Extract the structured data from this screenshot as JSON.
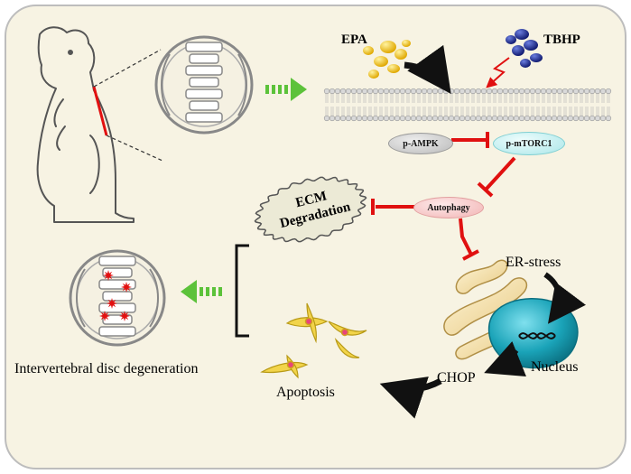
{
  "labels": {
    "epa": "EPA",
    "tbhp": "TBHP",
    "p_ampk": "p-AMPK",
    "p_mtorc1": "p-mTORC1",
    "autophagy": "Autophagy",
    "ecm_line1": "ECM",
    "ecm_line2": "Degradation",
    "er_stress": "ER-stress",
    "nucleus": "Nucleus",
    "chop": "CHOP",
    "apoptosis": "Apoptosis",
    "ivdd": "Intervertebral disc degeneration"
  },
  "colors": {
    "background_panel": "#f7f3e3",
    "panel_border": "#bdbdbd",
    "inhibit_arrow": "#e01010",
    "green_arrow": "#5cc23a",
    "epa_drops": "#f2c20a",
    "tbhp_drops": "#1f2a8c",
    "p_ampk_fill": "#cfcfcf",
    "p_mtorc1_fill": "#bfeff0",
    "autophagy_fill": "#f8c8c8",
    "nucleus_fill": "#1aa3b8",
    "er_fill": "#f3e2b0",
    "cell_fill": "#f2d44a",
    "lesion": "#e21010"
  }
}
